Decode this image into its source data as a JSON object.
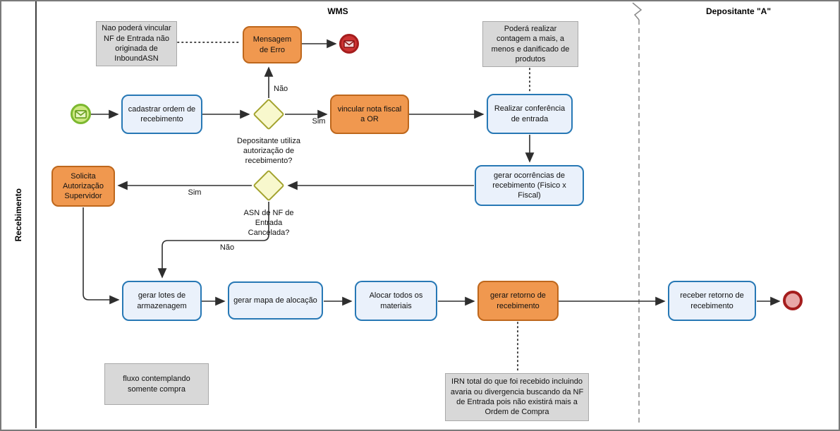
{
  "pool": {
    "label": "Recebimento"
  },
  "lanes": {
    "wms": "WMS",
    "depositante": "Depositante \"A\""
  },
  "tasks": {
    "cadastrar": "cadastrar ordem de recebimento",
    "mensagem_erro": "Mensagem de Erro",
    "vincular": "vincular nota fiscal a OR",
    "conferencia": "Realizar conferência de entrada",
    "ocorrencias": "gerar ocorrências de recebimento (Fisico x Fiscal)",
    "solicita": "Solicita Autorização Supervidor",
    "lotes": "gerar lotes de armazenagem",
    "mapa": "gerar mapa de alocação",
    "alocar": "Alocar todos os materiais",
    "retorno": "gerar retorno de recebimento",
    "receber": "receber retorno de recebimento"
  },
  "gateways": {
    "autorizacao": "Depositante utiliza autorização de recebimento?",
    "asn_cancelada": "ASN de NF de Entrada Cancelada?"
  },
  "edge_labels": {
    "g1_nao": "Não",
    "g1_sim": "Sim",
    "g2_sim": "Sim",
    "g2_nao": "Não"
  },
  "annotations": {
    "inbound_asn": "Nao poderá vincular NF de Entrada não originada de InboundASN",
    "contagem": "Poderá realizar contagem a mais, a menos e danificado de produtos",
    "fluxo": "fluxo contemplando somente compra",
    "irn": "IRN total do que foi recebido incluindo avaria ou divergencia buscando da NF de Entrada pois não existirá mais a Ordem de Compra"
  },
  "icons": {
    "start": "message-start-icon",
    "error_end": "message-end-icon",
    "end": "end-event-icon"
  },
  "colors": {
    "task_blue_fill": "#EAF1FB",
    "task_blue_border": "#2778B5",
    "task_orange_fill": "#F0984F",
    "task_orange_border": "#BE671C",
    "gateway_fill": "#F8F8CD",
    "gateway_border": "#A3A32F",
    "annotation_fill": "#D8D8D8",
    "annotation_border": "#A9A9A9",
    "start_fill": "#CDE880",
    "start_border": "#7CB82F",
    "end_fill": "#E8A8A8",
    "end_border": "#A51D1D",
    "msg_end_fill": "#CC3333",
    "connector": "#2E2E2E"
  }
}
